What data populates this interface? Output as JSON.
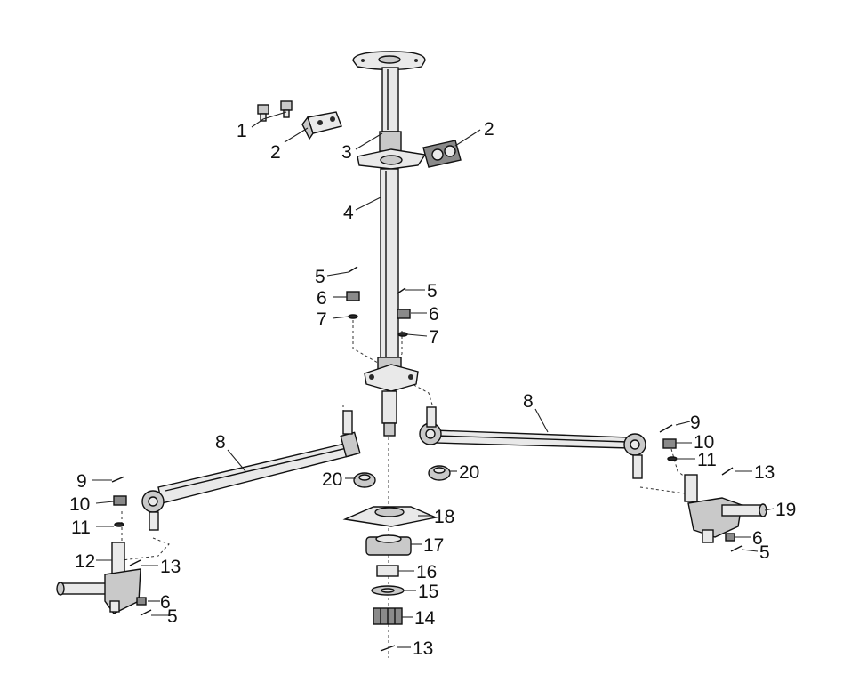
{
  "diagram": {
    "callouts": {
      "c1": "1",
      "c2a": "2",
      "c2b": "2",
      "c3": "3",
      "c4": "4",
      "c5a": "5",
      "c5b": "5",
      "c5c": "5",
      "c5d": "5",
      "c6a": "6",
      "c6b": "6",
      "c6c": "6",
      "c6d": "6",
      "c7a": "7",
      "c7b": "7",
      "c8a": "8",
      "c8b": "8",
      "c9a": "9",
      "c9b": "9",
      "c10a": "10",
      "c10b": "10",
      "c11a": "11",
      "c11b": "11",
      "c12": "12",
      "c13a": "13",
      "c13b": "13",
      "c13c": "13",
      "c14": "14",
      "c15": "15",
      "c16": "16",
      "c17": "17",
      "c18": "18",
      "c19": "19",
      "c20a": "20",
      "c20b": "20"
    }
  }
}
